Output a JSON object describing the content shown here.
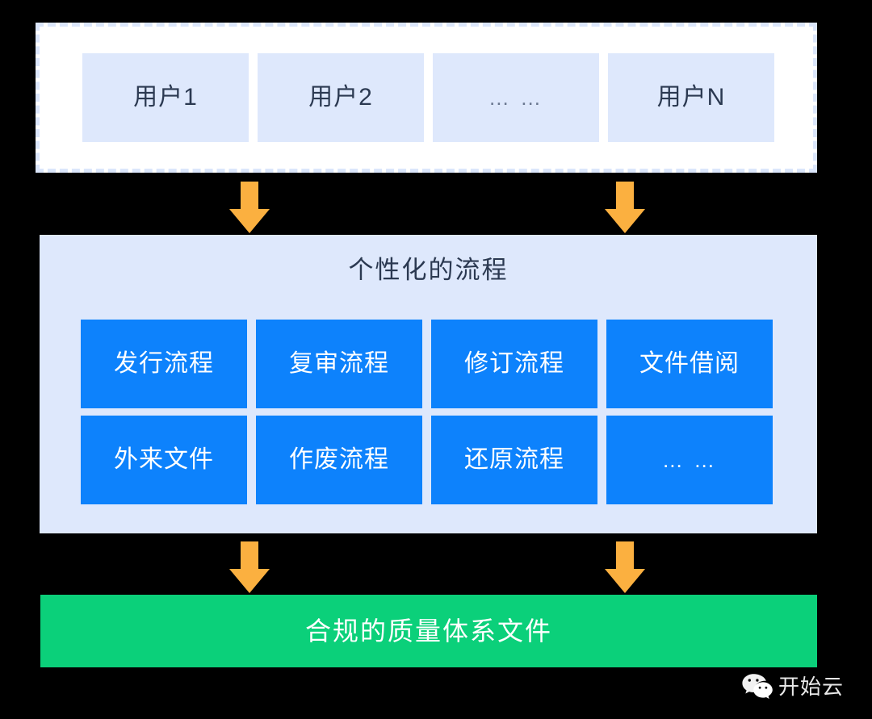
{
  "diagram": {
    "title_semantic": "personalized-workflow-to-compliant-qms-documents",
    "colors": {
      "canvas_background": "#000000",
      "users_container_fill": "#FFFFFF",
      "users_container_border": "#DBE6FB",
      "light_blue_fill": "#DEE8FC",
      "process_box_fill": "#0D82FC",
      "arrow_fill": "#FBB040",
      "result_bar_fill": "#0BD07A",
      "dark_text": "#2B3951",
      "light_text": "#FFFFFF"
    }
  },
  "users": {
    "boxes": [
      {
        "label": "用户1",
        "kind": "text"
      },
      {
        "label": "用户2",
        "kind": "text"
      },
      {
        "label": "… …",
        "kind": "ellipsis"
      },
      {
        "label": "用户N",
        "kind": "text"
      }
    ]
  },
  "process": {
    "title": "个性化的流程",
    "rows": [
      [
        {
          "label": "发行流程",
          "kind": "text"
        },
        {
          "label": "复审流程",
          "kind": "text"
        },
        {
          "label": "修订流程",
          "kind": "text"
        },
        {
          "label": "文件借阅",
          "kind": "text"
        }
      ],
      [
        {
          "label": "外来文件",
          "kind": "text"
        },
        {
          "label": "作废流程",
          "kind": "text"
        },
        {
          "label": "还原流程",
          "kind": "text"
        },
        {
          "label": "… …",
          "kind": "ellipsis"
        }
      ]
    ]
  },
  "result": {
    "label": "合规的质量体系文件"
  },
  "arrows": {
    "top_left": "down-arrow",
    "top_right": "down-arrow",
    "bottom_left": "down-arrow",
    "bottom_right": "down-arrow"
  },
  "watermark": {
    "icon": "wechat-icon",
    "text": "开始云"
  }
}
